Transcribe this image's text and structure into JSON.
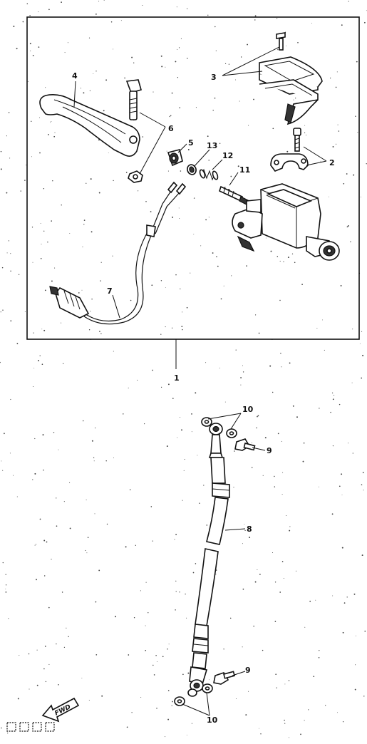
{
  "callouts": {
    "c1": "1",
    "c2": "2",
    "c3": "3",
    "c4": "4",
    "c5": "5",
    "c6": "6",
    "c7": "7",
    "c8": "8",
    "c9_top": "9",
    "c9_bottom": "9",
    "c10_top": "10",
    "c10_bottom": "10",
    "c11": "11",
    "c12": "12",
    "c13": "13"
  },
  "badges": {
    "fwd": "FWD"
  },
  "colors": {
    "ink": "#111111",
    "paper": "#ffffff"
  }
}
